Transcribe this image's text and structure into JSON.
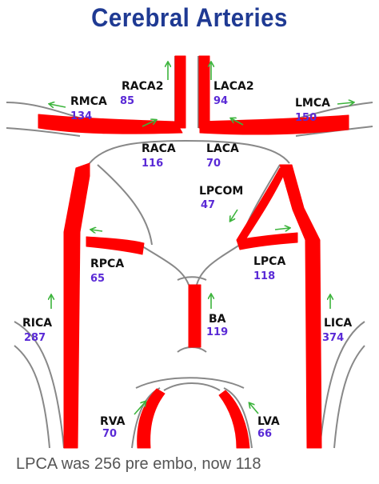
{
  "title": "Cerebral Arteries",
  "caption": "LPCA was 256 pre embo, now 118",
  "colors": {
    "title": "#1f3a93",
    "artery_highlight": "#ff0000",
    "vessel_outline": "#888888",
    "arrow": "#3cb43c",
    "value": "#5a2ad6"
  },
  "arteries": {
    "raca2": {
      "label": "RACA2",
      "value": "85"
    },
    "laca2": {
      "label": "LACA2",
      "value": "94"
    },
    "rmca": {
      "label": "RMCA",
      "value": "134"
    },
    "lmca": {
      "label": "LMCA",
      "value": "150"
    },
    "raca": {
      "label": "RACA",
      "value": "116"
    },
    "laca": {
      "label": "LACA",
      "value": "70"
    },
    "lpcom": {
      "label": "LPCOM",
      "value": "47"
    },
    "rpca": {
      "label": "RPCA",
      "value": "65"
    },
    "lpca": {
      "label": "LPCA",
      "value": "118"
    },
    "ba": {
      "label": "BA",
      "value": "119"
    },
    "rica": {
      "label": "RICA",
      "value": "287"
    },
    "lica": {
      "label": "LICA",
      "value": "374"
    },
    "rva": {
      "label": "RVA",
      "value": "70"
    },
    "lva": {
      "label": "LVA",
      "value": "66"
    }
  }
}
